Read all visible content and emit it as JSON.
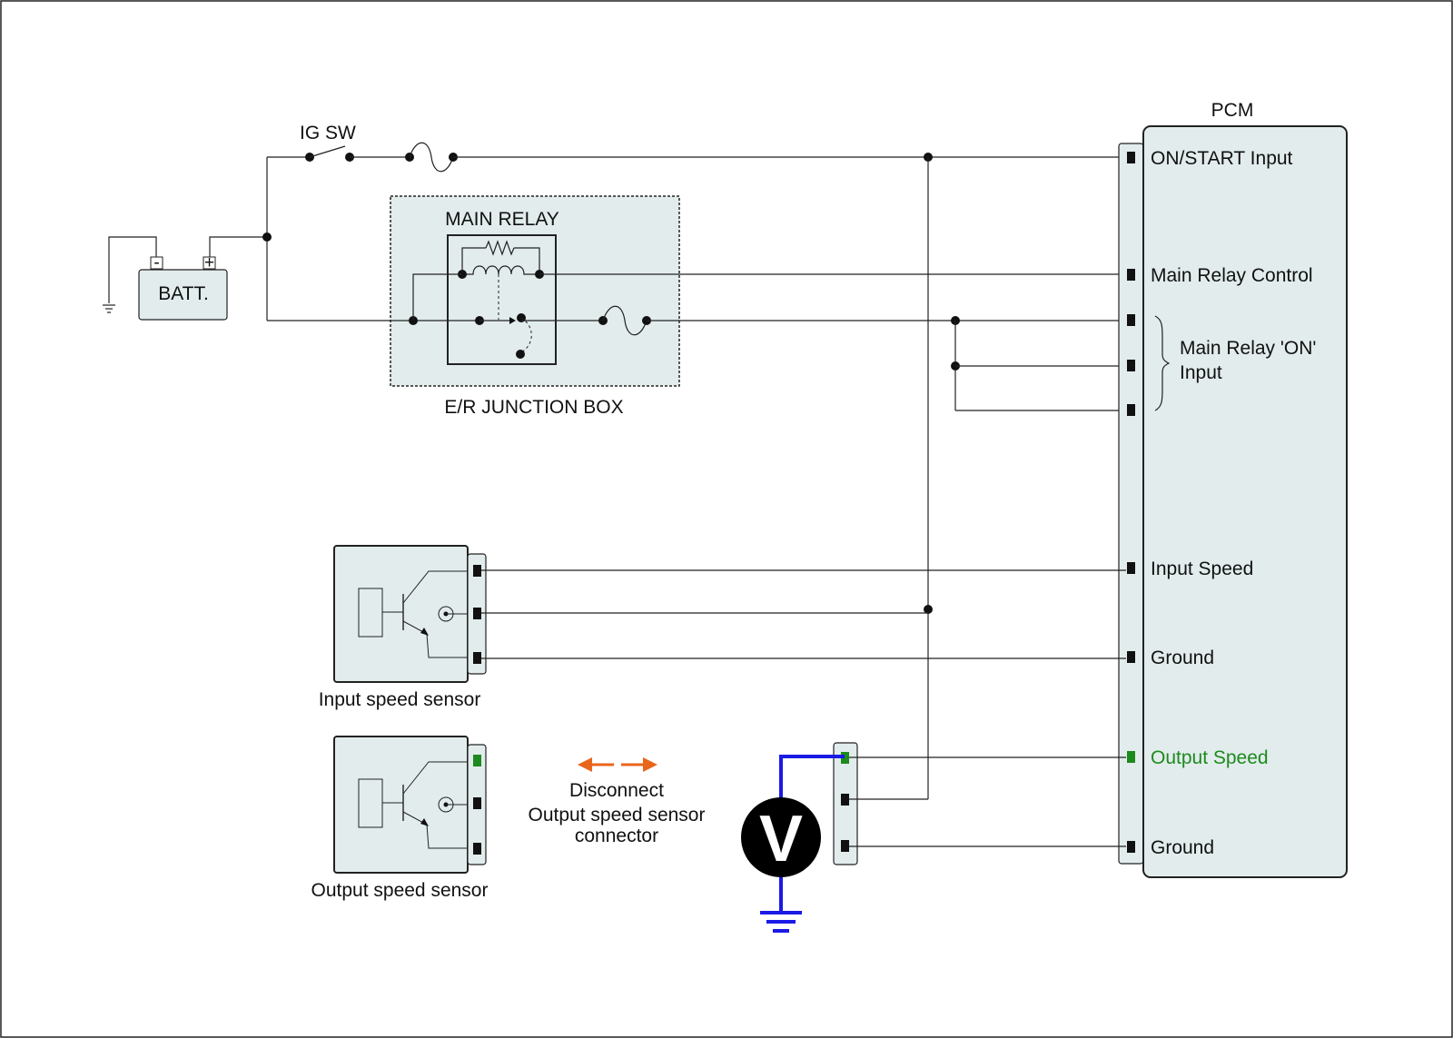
{
  "colors": {
    "wire": "#222222",
    "box_fill": "#e2ecec",
    "highlight": "#1d8a1d",
    "meter_lead": "#1a1ae6",
    "arrow": "#e8661c"
  },
  "labels": {
    "ig_sw": "IG SW",
    "battery": "BATT.",
    "battery_neg": "-",
    "battery_pos": "+",
    "main_relay": "MAIN RELAY",
    "junction_box": "E/R JUNCTION BOX",
    "pcm": "PCM",
    "input_sensor": "Input speed sensor",
    "output_sensor": "Output speed sensor",
    "meter": "V"
  },
  "pcm_pins": {
    "on_start": "ON/START Input",
    "relay_control": "Main Relay Control",
    "relay_on_1": "Main Relay 'ON'",
    "relay_on_2": "Input",
    "input_speed": "Input Speed",
    "ground_1": "Ground",
    "output_speed": "Output Speed",
    "ground_2": "Ground"
  },
  "instruction": {
    "line1": "Disconnect",
    "line2": "Output speed sensor",
    "line3": "connector"
  }
}
